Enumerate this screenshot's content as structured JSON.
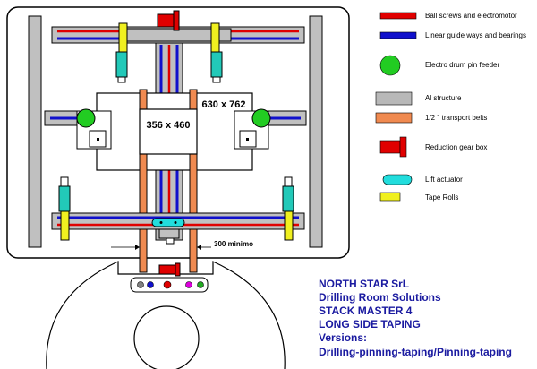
{
  "legend": [
    {
      "label": "Ball screws and electromotor",
      "swatch": "ball-screw",
      "color": "#e00000"
    },
    {
      "label": "Linear guide ways and bearings",
      "swatch": "guide",
      "color": "#1010cc"
    },
    {
      "label": "Electro drum pin feeder",
      "swatch": "pin-feeder",
      "color": "#22cc22"
    },
    {
      "label": "Al structure",
      "swatch": "al-structure",
      "color": "#b8b8b8"
    },
    {
      "label": "1/2 '' transport belts",
      "swatch": "belt",
      "color": "#f08a50"
    },
    {
      "label": "Reduction gear box",
      "swatch": "gear-box",
      "color": "#e00000"
    },
    {
      "label": "Lift actuator",
      "swatch": "lift-actuator",
      "color": "#22dddd"
    },
    {
      "label": "Tape Rolls",
      "swatch": "tape-roll",
      "color": "#f0f020"
    }
  ],
  "dimensions": {
    "panel_large": "630 x 762",
    "panel_small": "356 x 460",
    "min_distance": "300 minimo"
  },
  "info": {
    "company": "NORTH STAR SrL",
    "division": "Drilling Room Solutions",
    "model": "STACK MASTER 4",
    "mode": "LONG SIDE TAPING",
    "versions_label": "Versions:",
    "versions": "Drilling-pinning-taping/Pinning-taping"
  }
}
